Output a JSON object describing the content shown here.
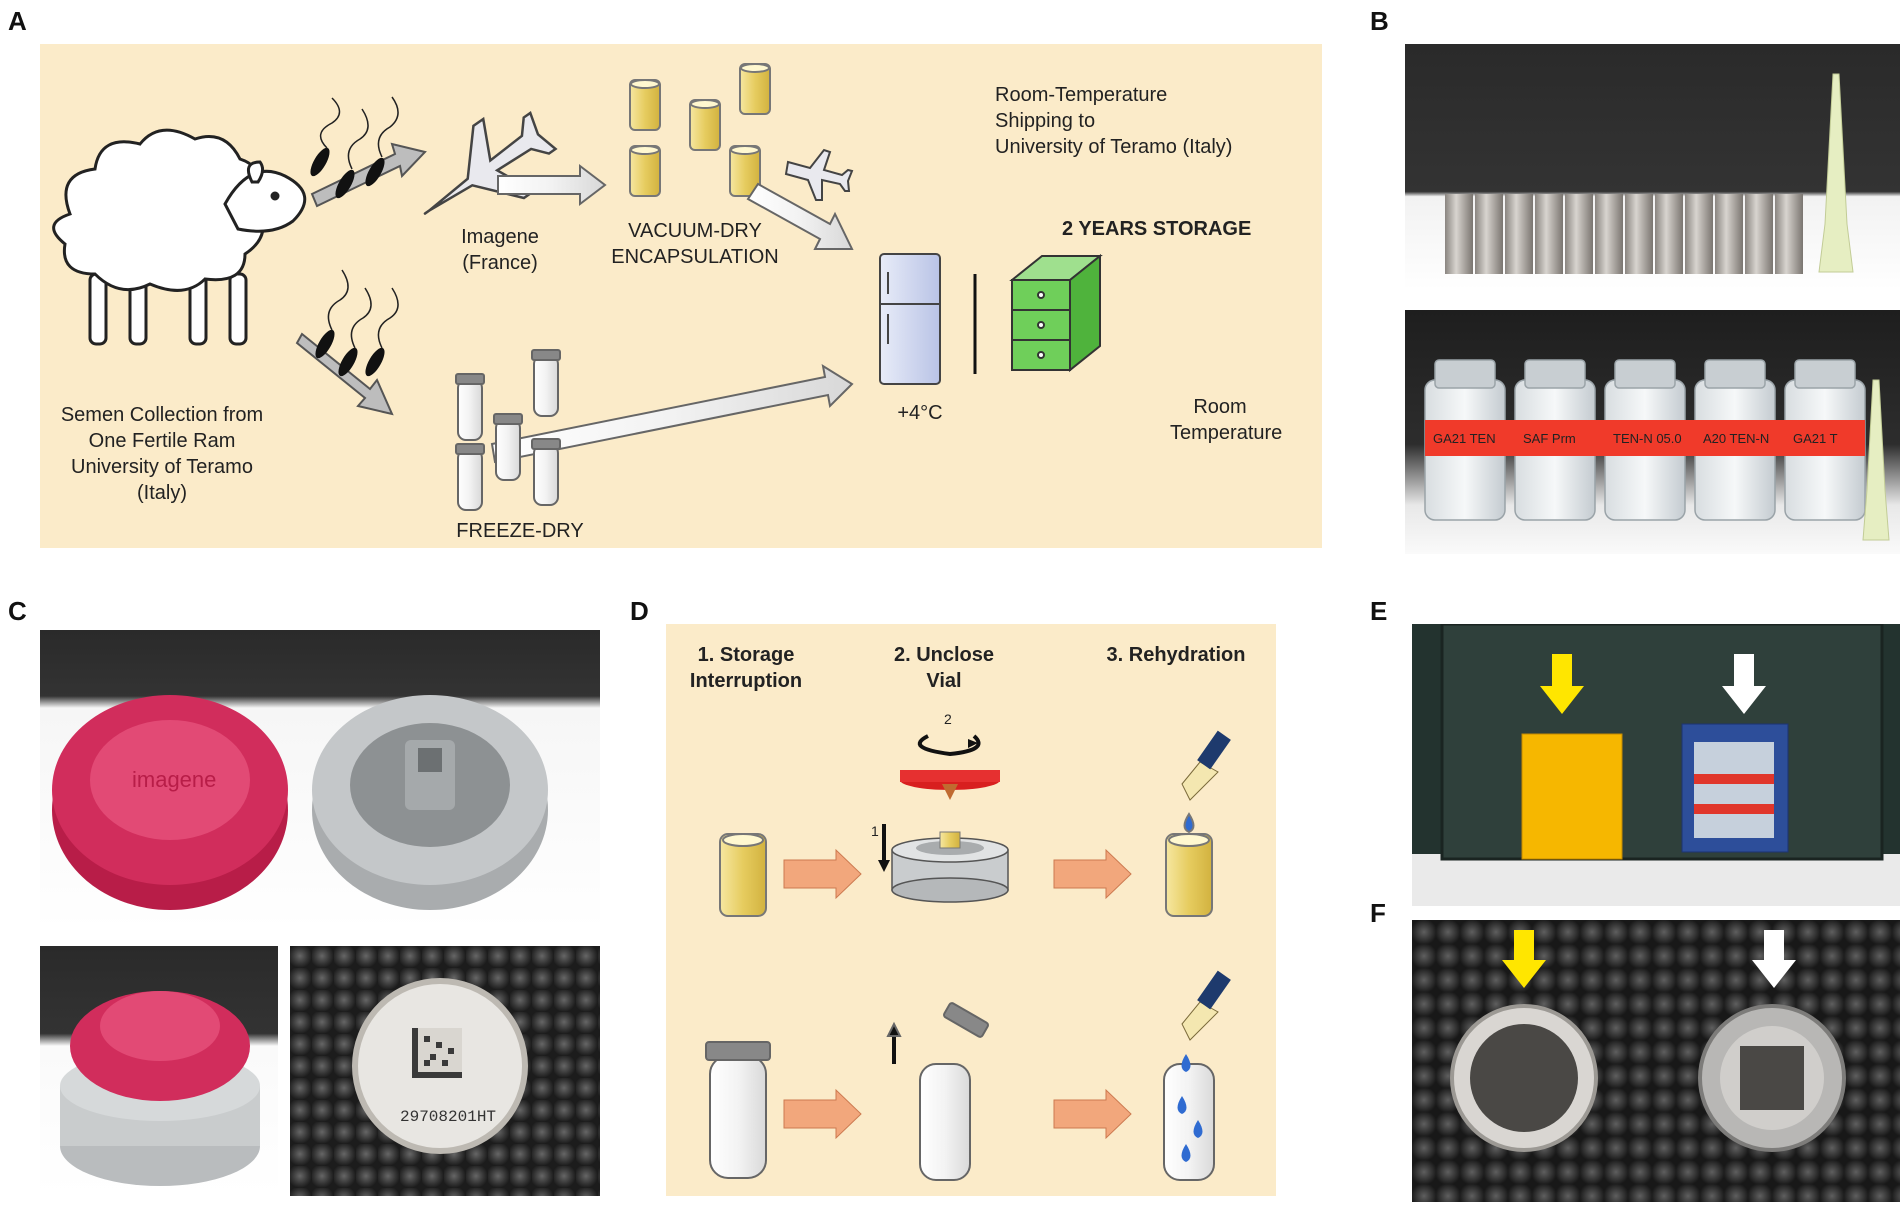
{
  "panels": {
    "A": "A",
    "B": "B",
    "C": "C",
    "D": "D",
    "E": "E",
    "F": "F"
  },
  "panel_a": {
    "sheep_caption": [
      "Semen Collection from",
      "One Fertile Ram",
      "University of Teramo",
      "(Italy)"
    ],
    "imagene": [
      "Imagene",
      "(France)"
    ],
    "vacuum": [
      "VACUUM-DRY",
      "ENCAPSULATION"
    ],
    "shipping": [
      "Room-Temperature",
      "Shipping to",
      "University of Teramo (Italy)"
    ],
    "storage_title": "2 YEARS STORAGE",
    "fridge_label": "+4°C",
    "room_label": [
      "Room",
      "Temperature"
    ],
    "freeze": "FREEZE-DRY"
  },
  "panel_c": {
    "cap_brand": "imagene",
    "code_text": "29708201HT"
  },
  "panel_d": {
    "step1": [
      "1. Storage",
      "Interruption"
    ],
    "step2": [
      "2. Unclose",
      "Vial"
    ],
    "step3": "3. Rehydration",
    "num1": "1",
    "num2": "2"
  },
  "panel_b": {
    "vial_labels": [
      "GA21 TEN",
      "SAF Prm",
      "TEN-N 05.0",
      "A20 TEN-N",
      "GA21 T"
    ]
  },
  "colors": {
    "beige": "#fbebc9",
    "capsule_gold": "#e8cf6a",
    "arrow_grey": "#c8c8c8",
    "arrow_salmon": "#f2a77c",
    "cap_red": "#d12d5c",
    "cabinet_green": "#6fcf5a",
    "label_red": "#f03a2a"
  }
}
